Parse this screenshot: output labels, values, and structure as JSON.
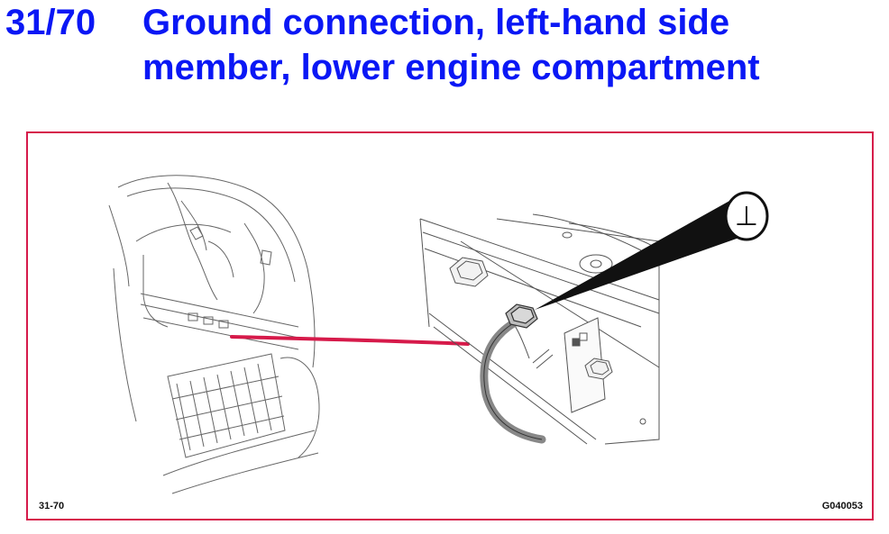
{
  "header": {
    "number": "31/70",
    "title": "Ground connection, left-hand side member, lower engine compartment"
  },
  "diagram": {
    "caption_left": "31-70",
    "caption_right": "G040053",
    "ground_symbol": "⊥",
    "colors": {
      "title": "#0a17f5",
      "frame_border": "#d61a4a",
      "pointer_line": "#d61a4a",
      "line_art": "#555555",
      "callout": "#111111",
      "cable": "#888888"
    }
  }
}
